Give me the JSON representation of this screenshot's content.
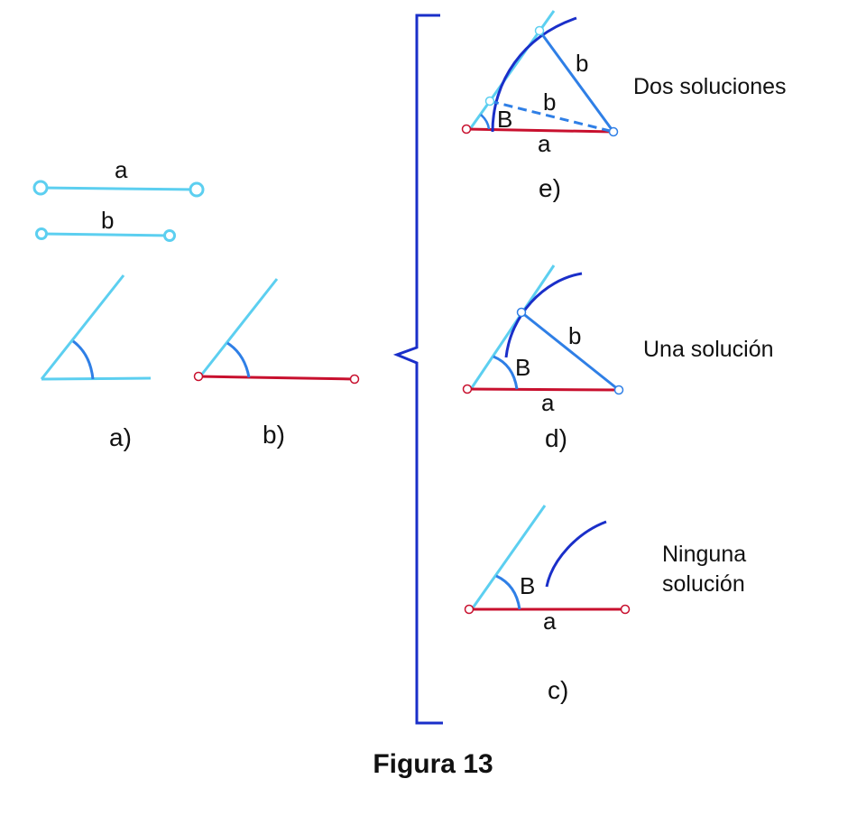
{
  "colors": {
    "light_blue": "#5ccff0",
    "mid_blue": "#2f7fe6",
    "dark_blue": "#1a2fc9",
    "red": "#c8102e",
    "text": "#111111"
  },
  "segments": {
    "a_label": "a",
    "b_label": "b"
  },
  "captions": {
    "a": "a)",
    "b": "b)",
    "c": "c)",
    "d": "d)",
    "e": "e)"
  },
  "triangles": {
    "angle_label": "B",
    "side_a": "a",
    "side_b": "b"
  },
  "notes": {
    "two": "Dos soluciones",
    "one": "Una solución",
    "none_line1": "Ninguna",
    "none_line2": "solución"
  },
  "figure_title": "Figura 13"
}
